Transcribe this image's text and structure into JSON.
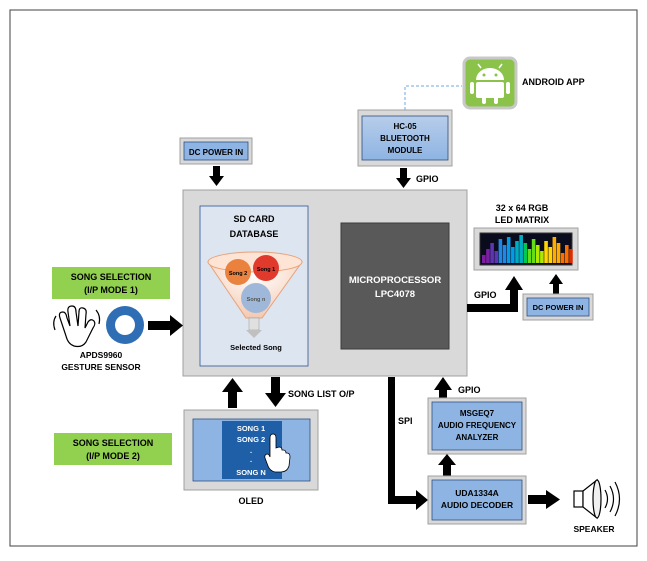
{
  "labels": {
    "dc_power_top": "DC POWER IN",
    "dc_power_right": "DC POWER IN",
    "bluetooth": [
      "HC-05",
      "BLUETOOTH",
      "MODULE"
    ],
    "android_app": "ANDROID APP",
    "gpio_bt": "GPIO",
    "sd_card": [
      "SD CARD",
      "DATABASE"
    ],
    "song_2": "Song 2",
    "song_1": "Song 1",
    "song_n": "Song n",
    "selected_song": "Selected Song",
    "microprocessor": [
      "MICROPROCESSOR",
      "LPC4078"
    ],
    "led_matrix": [
      "32 x 64 RGB",
      "LED MATRIX"
    ],
    "gpio_led": "GPIO",
    "song_selection_1": [
      "SONG SELECTION",
      "(I/P MODE 1)"
    ],
    "gesture_sensor": [
      "APDS9960",
      "GESTURE SENSOR"
    ],
    "song_list_out": "SONG LIST O/P",
    "song_selection_2": [
      "SONG SELECTION",
      "(I/P MODE 2)"
    ],
    "oled_songs": [
      "SONG 1",
      "SONG 2",
      ".",
      ".",
      "SONG N"
    ],
    "oled": "OLED",
    "gpio_msgeq": "GPIO",
    "msgeq7": [
      "MSGEQ7",
      "AUDIO FREQUENCY",
      "ANALYZER"
    ],
    "spi": "SPI",
    "uda1334a": [
      "UDA1334A",
      "AUDIO DECODER"
    ],
    "speaker": "SPEAKER"
  },
  "colors": {
    "box_blue": "#8eb4e3",
    "panel_gray": "#d9d9d9",
    "processor_gray": "#595959",
    "green_label": "#92d050",
    "android_green": "#8bc34a",
    "sensor_blue": "#2f6eb5",
    "oled_screen": "#1f5fa8"
  },
  "icons": [
    "android-icon",
    "hand-wave-icon",
    "speaker-icon",
    "pointer-hand-icon",
    "funnel-icon"
  ]
}
